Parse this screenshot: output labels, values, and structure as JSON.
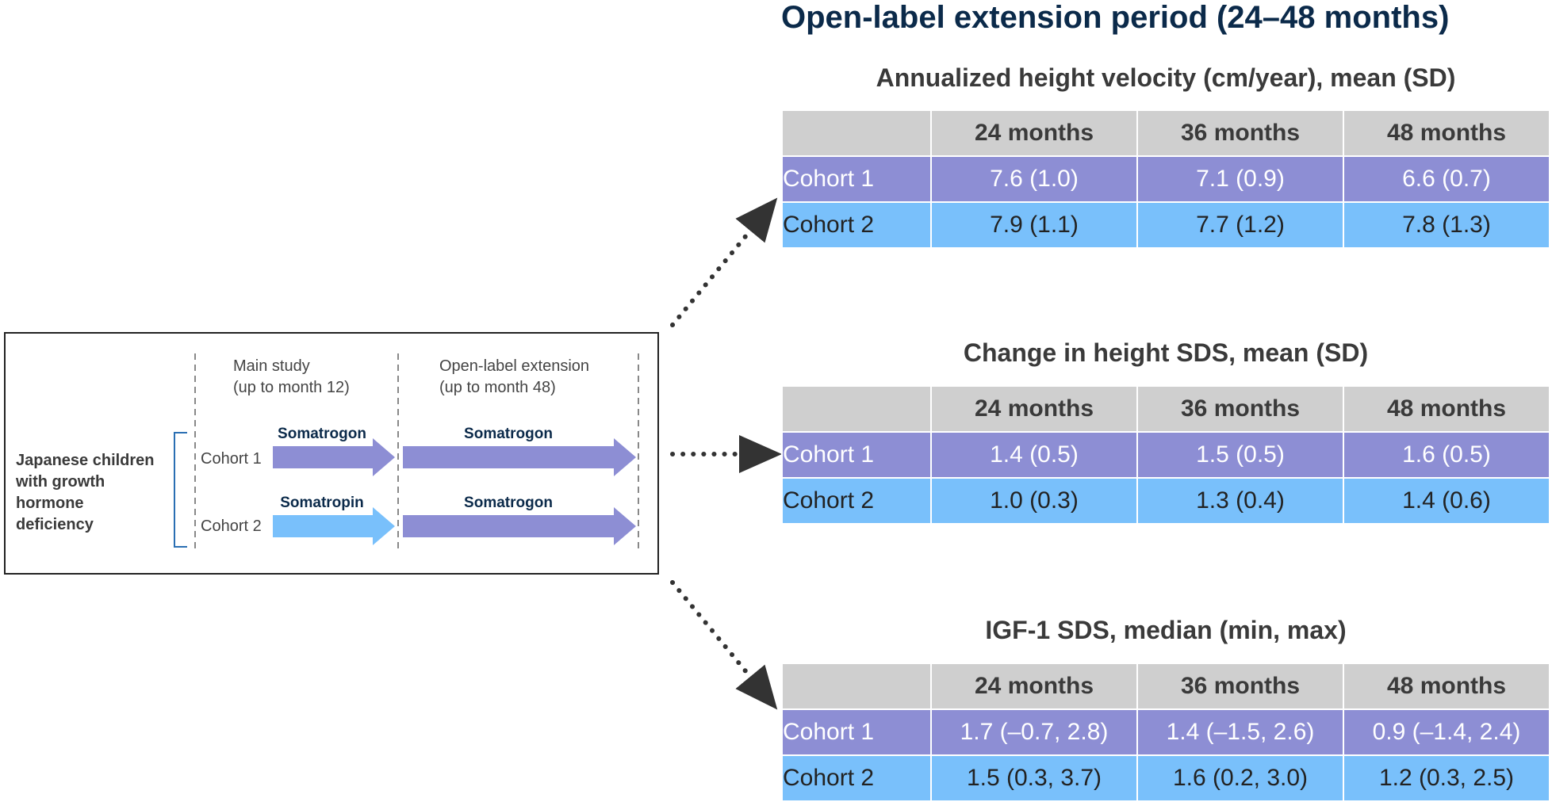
{
  "title": "Open-label extension period (24–48 months)",
  "schema": {
    "population": [
      "Japanese children",
      "with growth",
      "hormone",
      "deficiency"
    ],
    "phases": [
      {
        "line1": "Main study",
        "line2": "(up to month 12)"
      },
      {
        "line1": "Open-label extension",
        "line2": "(up to month 48)"
      }
    ],
    "cohorts": [
      {
        "label": "Cohort 1",
        "main_drug": "Somatrogon",
        "extension_drug": "Somatrogon"
      },
      {
        "label": "Cohort 2",
        "main_drug": "Somatropin",
        "extension_drug": "Somatrogon"
      }
    ]
  },
  "colors": {
    "title": "#0b2a4a",
    "somatrogon": "#8d8ed4",
    "somatropin": "#79c0fb",
    "header": "#cfcfcf",
    "bracket": "#2a6fb3"
  },
  "tables": [
    {
      "title": "Annualized height velocity (cm/year), mean (SD)",
      "columns": [
        "24 months",
        "36 months",
        "48 months"
      ],
      "rows": [
        {
          "label": "Cohort 1",
          "values": [
            "7.6 (1.0)",
            "7.1 (0.9)",
            "6.6 (0.7)"
          ]
        },
        {
          "label": "Cohort 2",
          "values": [
            "7.9 (1.1)",
            "7.7 (1.2)",
            "7.8 (1.3)"
          ]
        }
      ]
    },
    {
      "title": "Change in height SDS, mean (SD)",
      "columns": [
        "24 months",
        "36 months",
        "48 months"
      ],
      "rows": [
        {
          "label": "Cohort 1",
          "values": [
            "1.4 (0.5)",
            "1.5 (0.5)",
            "1.6 (0.5)"
          ]
        },
        {
          "label": "Cohort 2",
          "values": [
            "1.0 (0.3)",
            "1.3 (0.4)",
            "1.4 (0.6)"
          ]
        }
      ]
    },
    {
      "title": "IGF-1 SDS, median (min, max)",
      "columns": [
        "24 months",
        "36 months",
        "48 months"
      ],
      "rows": [
        {
          "label": "Cohort 1",
          "values": [
            "1.7 (–0.7, 2.8)",
            "1.4 (–1.5, 2.6)",
            "0.9 (–1.4, 2.4)"
          ]
        },
        {
          "label": "Cohort 2",
          "values": [
            "1.5 (0.3, 3.7)",
            "1.6 (0.2, 3.0)",
            "1.2 (0.3, 2.5)"
          ]
        }
      ]
    }
  ]
}
